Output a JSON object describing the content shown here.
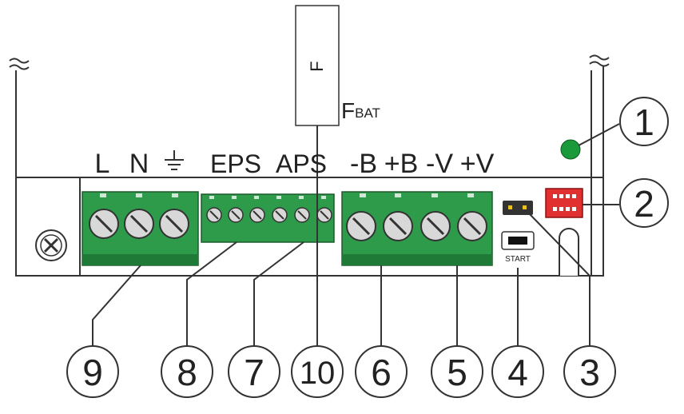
{
  "terminal_labels": {
    "l": "L",
    "n": "N",
    "eps": "EPS",
    "aps": "APS",
    "neg_b": "-B",
    "pos_b": "+B",
    "neg_v": "-V",
    "pos_v": "+V"
  },
  "fuse": {
    "label": "F",
    "name_main": "F",
    "name_sub": "BAT"
  },
  "start_label": "START",
  "callouts": {
    "c1": "1",
    "c2": "2",
    "c3": "3",
    "c4": "4",
    "c5": "5",
    "c6": "6",
    "c7": "7",
    "c8": "8",
    "c9": "9",
    "c10": "10"
  },
  "colors": {
    "terminal_green": "#2e9b4a",
    "terminal_dark": "#1e7a36",
    "led_green": "#1a9a3a",
    "connector_red": "#e03030",
    "line": "#222222"
  }
}
